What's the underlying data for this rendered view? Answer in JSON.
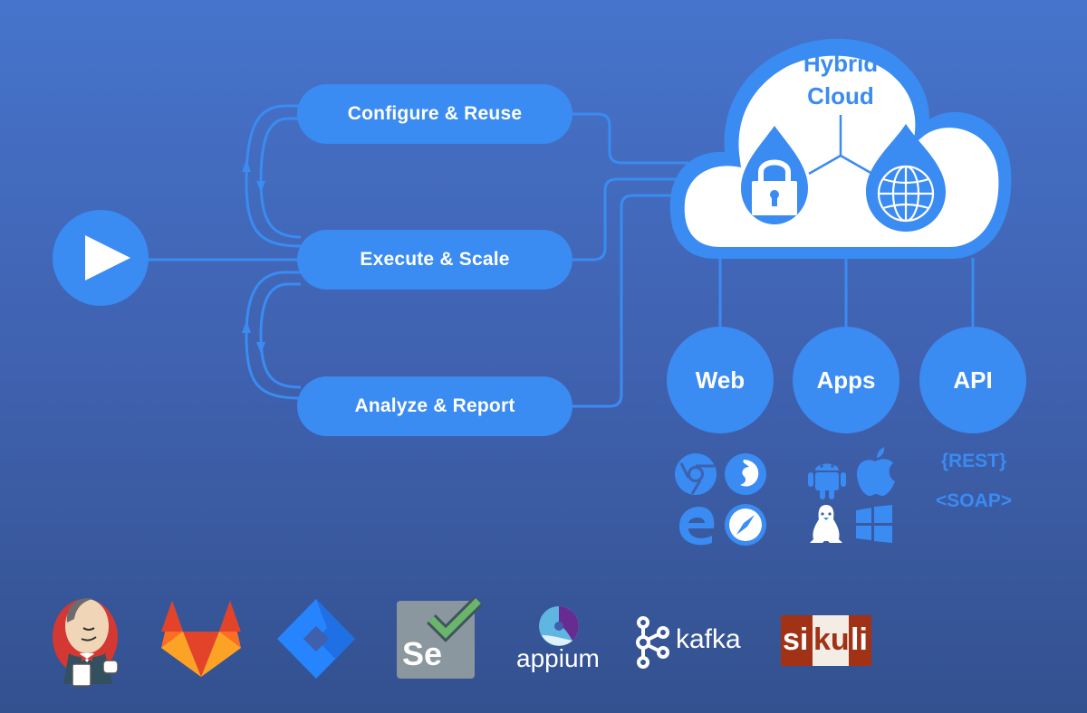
{
  "diagram": {
    "start": {
      "icon": "play-icon"
    },
    "steps": [
      {
        "label": "Configure & Reuse"
      },
      {
        "label": "Execute & Scale"
      },
      {
        "label": "Analyze & Report"
      }
    ],
    "cloud": {
      "title_line1": "Hybrid",
      "title_line2": "Cloud",
      "icons": [
        "lock-icon",
        "globe-icon"
      ]
    },
    "targets": [
      {
        "label": "Web",
        "icons": [
          "chrome-icon",
          "firefox-icon",
          "edge-icon",
          "safari-icon"
        ]
      },
      {
        "label": "Apps",
        "icons": [
          "android-icon",
          "apple-icon",
          "linux-icon",
          "windows-icon"
        ]
      },
      {
        "label": "API",
        "protocols": [
          "{REST}",
          "<SOAP>"
        ]
      }
    ],
    "integrations": [
      {
        "name": "jenkins",
        "icon": "jenkins-logo"
      },
      {
        "name": "gitlab",
        "icon": "gitlab-logo"
      },
      {
        "name": "jira",
        "icon": "jira-logo"
      },
      {
        "name": "selenium",
        "icon": "selenium-logo",
        "text": "Se"
      },
      {
        "name": "appium",
        "icon": "appium-logo",
        "text": "appium"
      },
      {
        "name": "kafka",
        "icon": "kafka-logo",
        "text": "kafka"
      },
      {
        "name": "sikuli",
        "icon": "sikuli-logo",
        "text_a": "si",
        "text_b": "ku",
        "text_c": "li"
      }
    ]
  },
  "colors": {
    "accent": "#3a8bf2",
    "background_top": "#4674cc",
    "background_bottom": "#33518f",
    "cloud_fill": "#ffffff"
  }
}
